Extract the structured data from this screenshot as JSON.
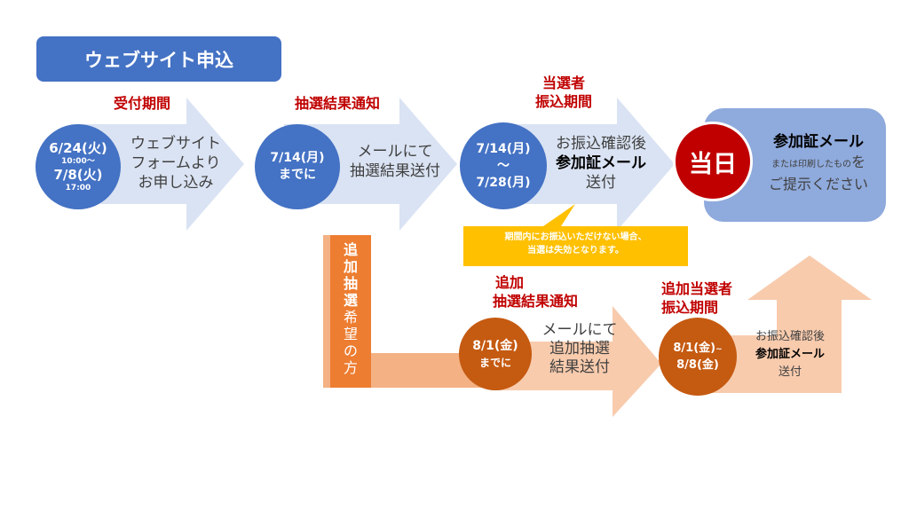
{
  "header": {
    "title": "ウェブサイト申込"
  },
  "steps": {
    "reception": {
      "label": "受付期間",
      "start_date": "6/24(火)",
      "start_time": "10:00～",
      "end_date": "7/8(火)",
      "end_time": "17:00",
      "text_lines": [
        "ウェブサイト",
        "フォームより",
        "お申し込み"
      ]
    },
    "lottery": {
      "label": "抽選結果通知",
      "date": "7/14(月)",
      "suffix": "までに",
      "text_lines": [
        "メールにて",
        "抽選結果送付"
      ]
    },
    "payment": {
      "label_lines": [
        "当選者",
        "振込期間"
      ],
      "start_date": "7/14(月)",
      "separator": "～",
      "end_date": "7/28(月)",
      "text_line1": "お振込確認後",
      "text_bold": "参加証メール",
      "text_line3": "送付"
    },
    "day": {
      "badge": "当日",
      "title": "参加証メール",
      "note_small": "または印刷したもの",
      "note_tail": "を",
      "note_line2": "ご提示ください"
    }
  },
  "callout": {
    "line1": "期間内にお振込いただけない場合、",
    "line2": "当選は失効となります。"
  },
  "additional": {
    "vertical_bold": [
      "追",
      "加",
      "抽",
      "選"
    ],
    "vertical_normal": [
      "希",
      "望",
      "の",
      "方"
    ],
    "lottery": {
      "label_lines": [
        "追加",
        "抽選結果通知"
      ],
      "date": "8/1(金)",
      "suffix": "までに",
      "text_lines": [
        "メールにて",
        "追加抽選",
        "結果送付"
      ]
    },
    "payment": {
      "label_lines": [
        "追加当選者",
        "振込期間"
      ],
      "start_date": "8/1(金)",
      "tilde": "~",
      "end_date": "8/8(金)",
      "text_line1": "お振込確認後",
      "text_bold": "参加証メール",
      "text_line3": "送付"
    }
  },
  "colors": {
    "blue": "#4472c4",
    "light_blue": "#dae3f3",
    "red": "#c00000",
    "orange": "#c55a11",
    "light_orange": "#f4b183",
    "pale_orange": "#f8cbad",
    "yellow": "#ffc000"
  }
}
